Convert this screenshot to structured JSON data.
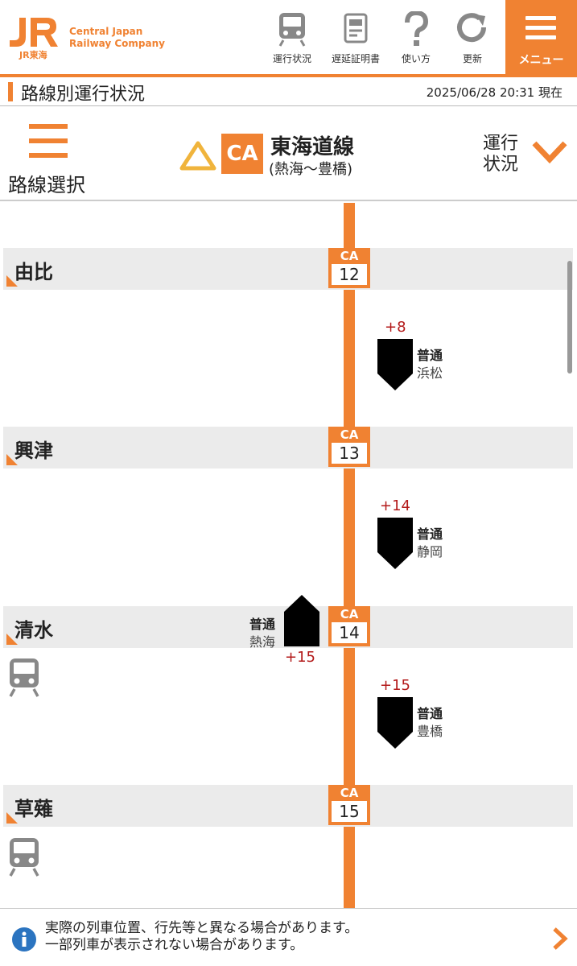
{
  "header": {
    "logo_text_line1": "Central Japan",
    "logo_text_line2": "Railway Company",
    "logo_sub": "JR東海",
    "buttons": [
      {
        "label": "運行状況",
        "icon": "train-icon"
      },
      {
        "label": "遅延証明書",
        "icon": "certificate-icon"
      },
      {
        "label": "使い方",
        "icon": "question-icon"
      },
      {
        "label": "更新",
        "icon": "refresh-icon"
      }
    ],
    "menu_label": "メニュー",
    "accent_color": "#f08232"
  },
  "titlebar": {
    "title": "路線別運行状況",
    "timestamp": "2025/06/28 20:31 現在"
  },
  "line_header": {
    "route_select_label": "路線選択",
    "line_code": "CA",
    "line_name": "東海道線",
    "line_range": "(熱海〜豊橋)",
    "status_select_label": "運行状況",
    "warning_icon": "warning-triangle-icon"
  },
  "stations": [
    {
      "name": "由比",
      "code": "CA",
      "number": "12",
      "has_train_icon": false
    },
    {
      "name": "興津",
      "code": "CA",
      "number": "13",
      "has_train_icon": false
    },
    {
      "name": "清水",
      "code": "CA",
      "number": "14",
      "has_train_icon": true
    },
    {
      "name": "草薙",
      "code": "CA",
      "number": "15",
      "has_train_icon": true
    }
  ],
  "trains": [
    {
      "delay": "+8",
      "type": "普通",
      "destination": "浜松",
      "direction": "down"
    },
    {
      "delay": "+14",
      "type": "普通",
      "destination": "静岡",
      "direction": "down"
    },
    {
      "delay": "+15",
      "type": "普通",
      "destination": "熱海",
      "direction": "up"
    },
    {
      "delay": "+15",
      "type": "普通",
      "destination": "豊橋",
      "direction": "down"
    }
  ],
  "footer": {
    "message_line1": "実際の列車位置、行先等と異なる場合があります。",
    "message_line2": "一部列車が表示されない場合があります。",
    "info_icon": "info-icon",
    "arrow_icon": "chevron-right-icon"
  }
}
